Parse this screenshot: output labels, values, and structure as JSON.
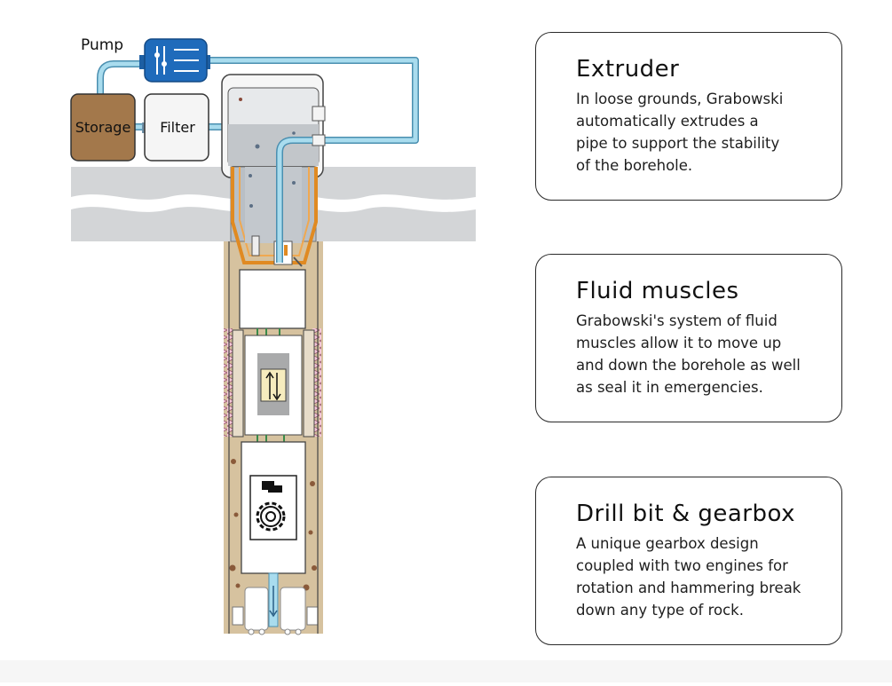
{
  "diagram": {
    "labels": {
      "pump": "Pump",
      "storage": "Storage",
      "filter": "Filter"
    },
    "colors": {
      "water_line": "#a9dcee",
      "water_line_stroke": "#4a8fb0",
      "pump_blue": "#1d6ab8",
      "storage_brown": "#a0764a",
      "ground_gray": "#d4d6d8",
      "soil": "#d8c29e",
      "orange_pipe": "#e08a22",
      "muscle_pink": "#f1b9cf"
    }
  },
  "cards": [
    {
      "title": "Extruder",
      "body": "In loose grounds, Grabowski\nautomatically extrudes a\npipe to support the stability\nof the borehole."
    },
    {
      "title": "Fluid muscles",
      "body": "Grabowski's system of fluid\nmuscles allow it to move up\nand down the borehole as well\nas seal it in emergencies."
    },
    {
      "title": "Drill bit & gearbox",
      "body": "A unique gearbox design\ncoupled with two engines for\nrotation and hammering break\ndown any type of rock."
    }
  ]
}
